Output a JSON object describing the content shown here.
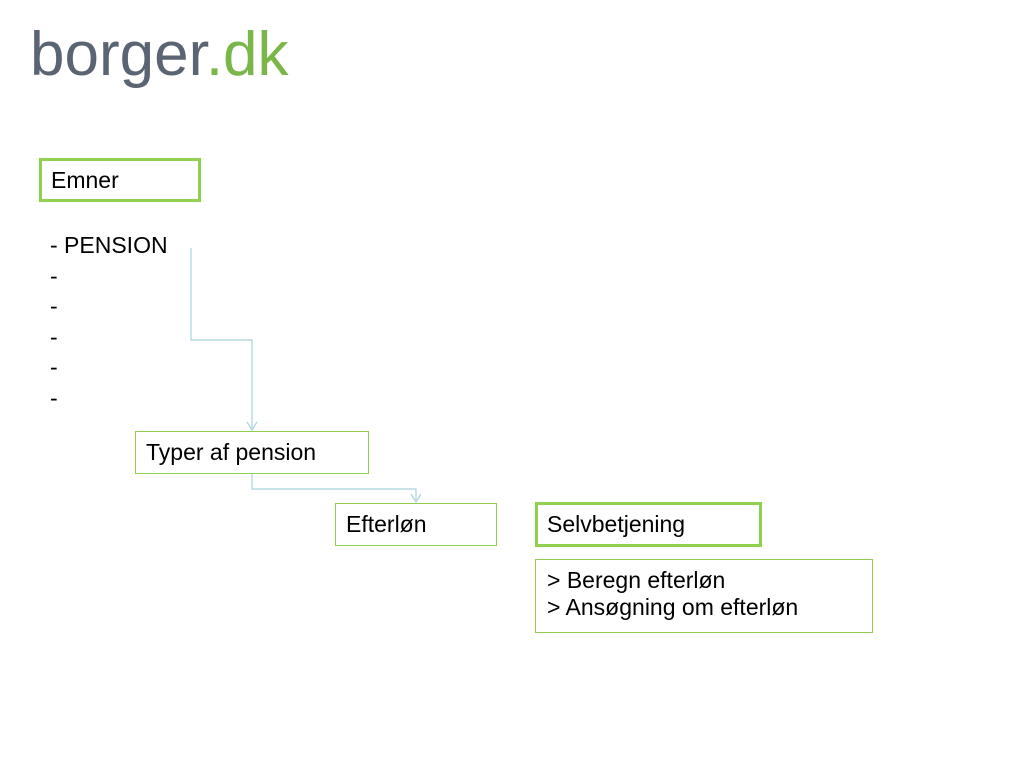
{
  "logo": {
    "main": "borger",
    "dot_dk": ".dk"
  },
  "emner_box": {
    "label": "Emner"
  },
  "topics": [
    "- PENSION",
    "-",
    "-",
    "-",
    "-",
    "-"
  ],
  "typer_box": {
    "label": "Typer af pension"
  },
  "efterlon_box": {
    "label": "Efterløn"
  },
  "selvbetjening_box": {
    "label": "Selvbetjening"
  },
  "links": [
    "> Beregn efterløn",
    "> Ansøgning om efterløn"
  ],
  "colors": {
    "box_border": "#8fd14f",
    "connector": "#a8d4dc",
    "logo_gray": "#5b6472",
    "logo_green": "#7ab648"
  }
}
